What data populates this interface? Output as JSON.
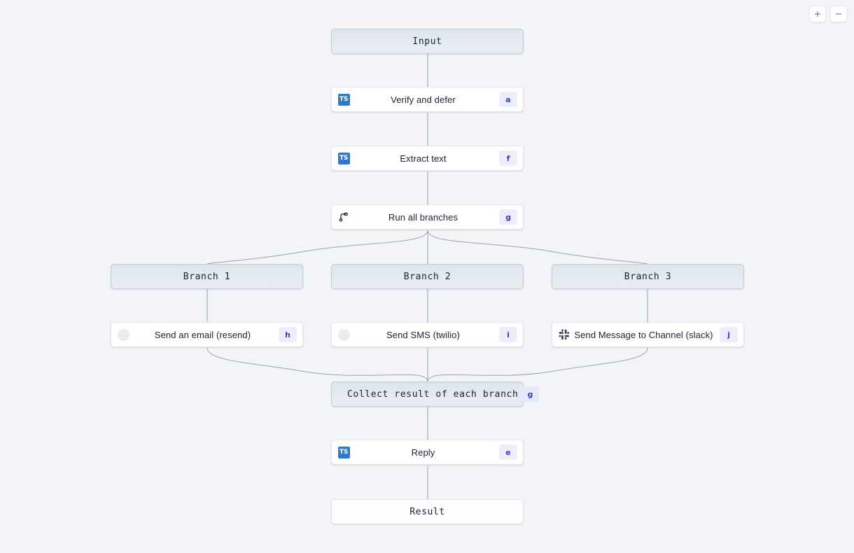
{
  "canvas": {
    "background_color": "#f2f4f7"
  },
  "zoom_controls": {
    "zoom_in_label": "+",
    "zoom_out_label": "−"
  },
  "colors": {
    "frame_fill": "#e2e8ef",
    "frame_border": "#c5ccd6",
    "step_fill": "#ffffff",
    "badge_bg": "#eceefb",
    "badge_text": "#3c3fb5",
    "ts_icon_bg": "#3178c6",
    "edge_stroke": "#9aa1ac"
  },
  "nodes": {
    "input": {
      "label": "Input",
      "kind": "frame"
    },
    "verify": {
      "label": "Verify and defer",
      "badge": "a",
      "icon": "typescript-icon",
      "kind": "step"
    },
    "extract": {
      "label": "Extract text",
      "badge": "f",
      "icon": "typescript-icon",
      "kind": "step"
    },
    "run_all": {
      "label": "Run all branches",
      "badge": "g",
      "icon": "git-branch-icon",
      "kind": "step"
    },
    "branch1": {
      "label": "Branch 1",
      "kind": "frame"
    },
    "branch2": {
      "label": "Branch 2",
      "kind": "frame"
    },
    "branch3": {
      "label": "Branch 3",
      "kind": "frame"
    },
    "email": {
      "label": "Send an email (resend)",
      "badge": "h",
      "icon": "resend-icon",
      "kind": "step"
    },
    "sms": {
      "label": "Send SMS (twilio)",
      "badge": "i",
      "icon": "twilio-icon",
      "kind": "step"
    },
    "slack": {
      "label": "Send Message to Channel (slack)",
      "badge": "j",
      "icon": "slack-icon",
      "kind": "step"
    },
    "collect": {
      "label": "Collect result of each branch",
      "badge": "g",
      "kind": "frame"
    },
    "reply": {
      "label": "Reply",
      "badge": "e",
      "icon": "typescript-icon",
      "kind": "step"
    },
    "result": {
      "label": "Result",
      "kind": "result"
    }
  }
}
